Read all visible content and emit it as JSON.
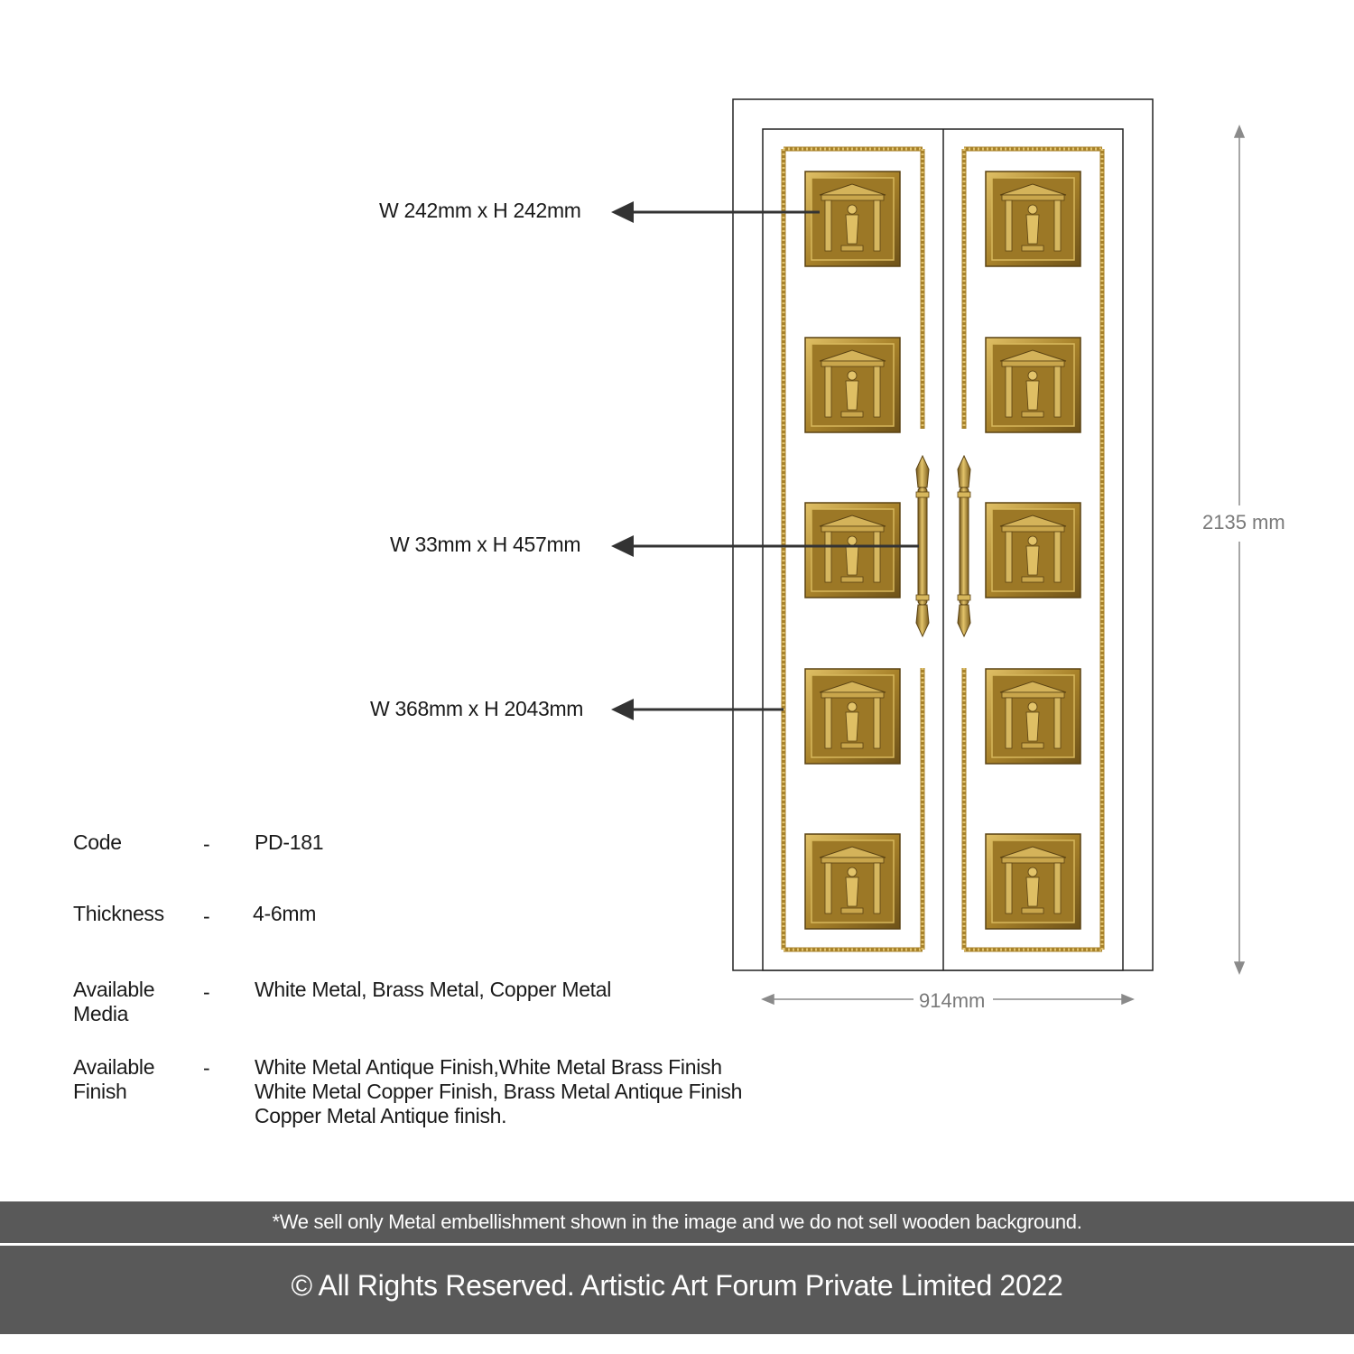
{
  "callouts": {
    "plaque": "W 242mm x H 242mm",
    "handle": "W 33mm x H 457mm",
    "border": "W 368mm x H 2043mm"
  },
  "dimensions": {
    "height": "2135 mm",
    "width": "914mm"
  },
  "specs": [
    {
      "label": "Code",
      "separator": "-",
      "value": "PD-181"
    },
    {
      "label": "Thickness",
      "separator": "-",
      "value": "4-6mm"
    },
    {
      "label": "Available\nMedia",
      "separator": "-",
      "value": "White Metal, Brass Metal, Copper Metal"
    },
    {
      "label": "Available\nFinish",
      "separator": "-",
      "value": "White Metal Antique Finish,White Metal Brass Finish\nWhite Metal Copper Finish, Brass Metal Antique Finish\nCopper Metal Antique finish."
    }
  ],
  "footer": {
    "disclaimer": "*We sell only Metal embellishment shown in the image and we do not sell wooden background.",
    "copyright": "© All Rights Reserved. Artistic Art Forum Private Limited 2022"
  },
  "colors": {
    "brass": "#a8822a",
    "brass_dark": "#6e5218",
    "brass_light": "#d9b85a",
    "footer_band": "#595959",
    "dimension_gray": "#7a7a7a"
  }
}
